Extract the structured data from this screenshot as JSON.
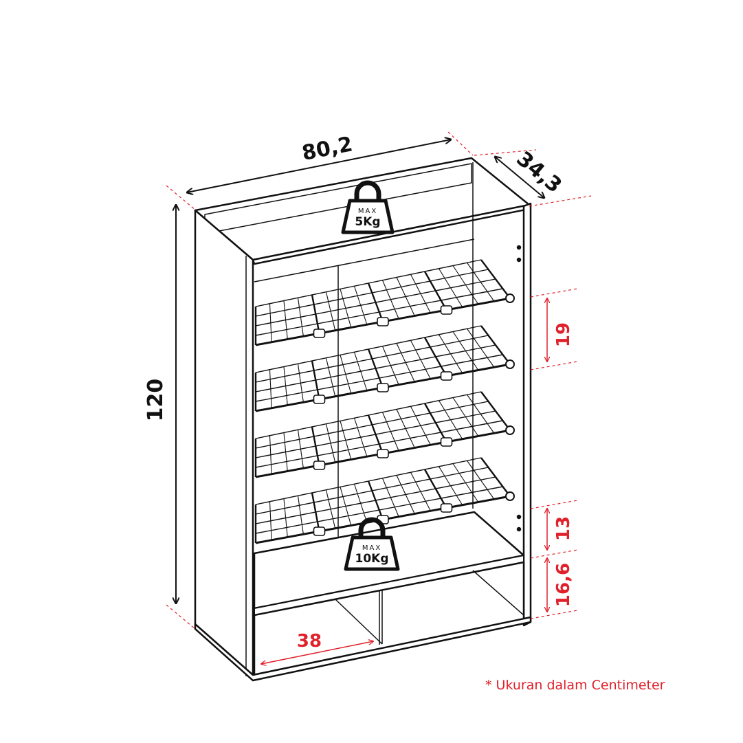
{
  "dimensions": {
    "width": "80,2",
    "depth": "34,3",
    "height": "120",
    "shelf_gap": "19",
    "lower_gap": "13",
    "base_height": "16,6",
    "compartment_width": "38"
  },
  "weights": {
    "top": {
      "max": "MAX",
      "value": "5Kg"
    },
    "shelf": {
      "max": "MAX",
      "value": "10Kg"
    }
  },
  "note": "* Ukuran dalam Centimeter",
  "colors": {
    "line": "#111111",
    "accent": "#e0202a"
  }
}
